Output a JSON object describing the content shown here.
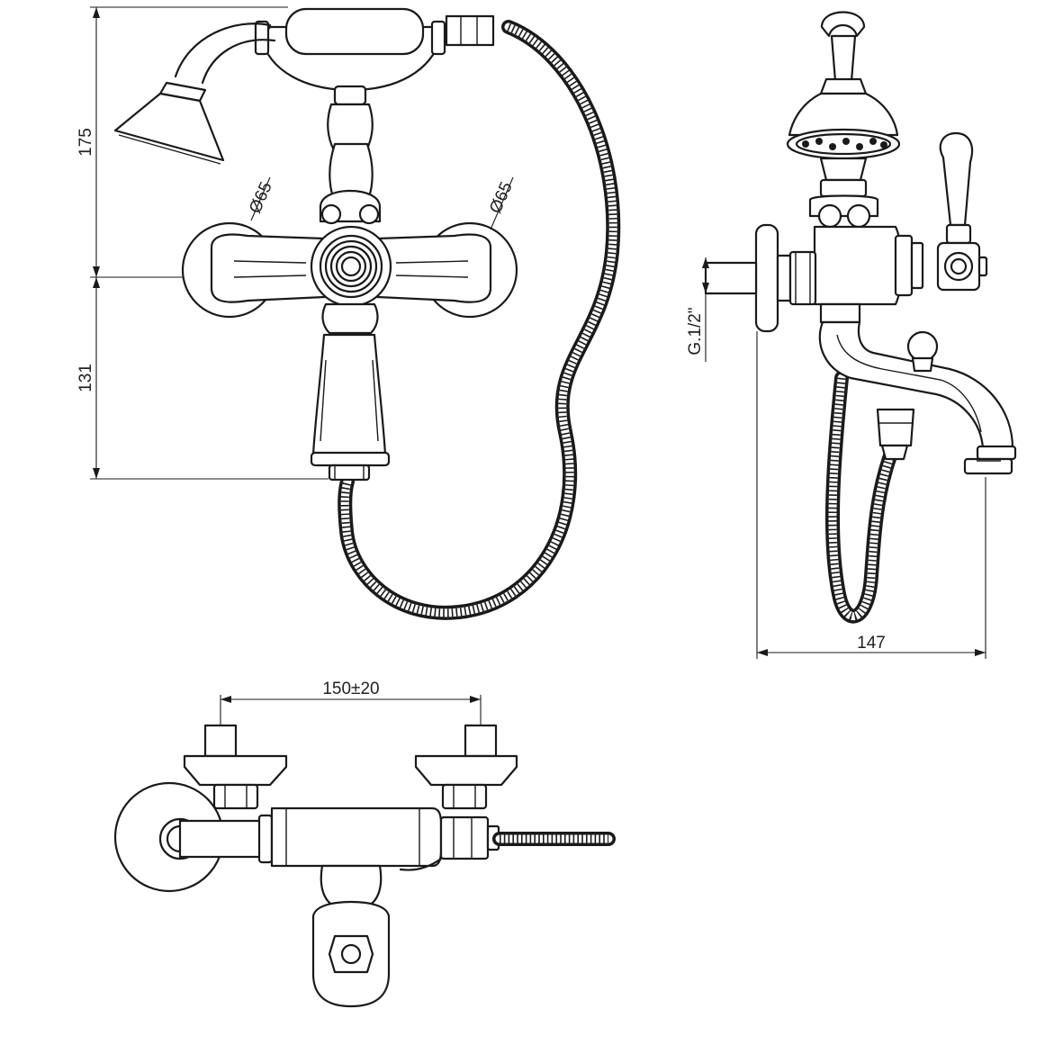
{
  "dimensions": {
    "front_view": {
      "upper_height": "175",
      "lower_height": "131",
      "left_flange_diameter": "Ø65",
      "right_flange_diameter": "Ø65"
    },
    "side_view": {
      "thread": "G.1/2\"",
      "projection": "147"
    },
    "top_view": {
      "centers": "150±20"
    }
  }
}
